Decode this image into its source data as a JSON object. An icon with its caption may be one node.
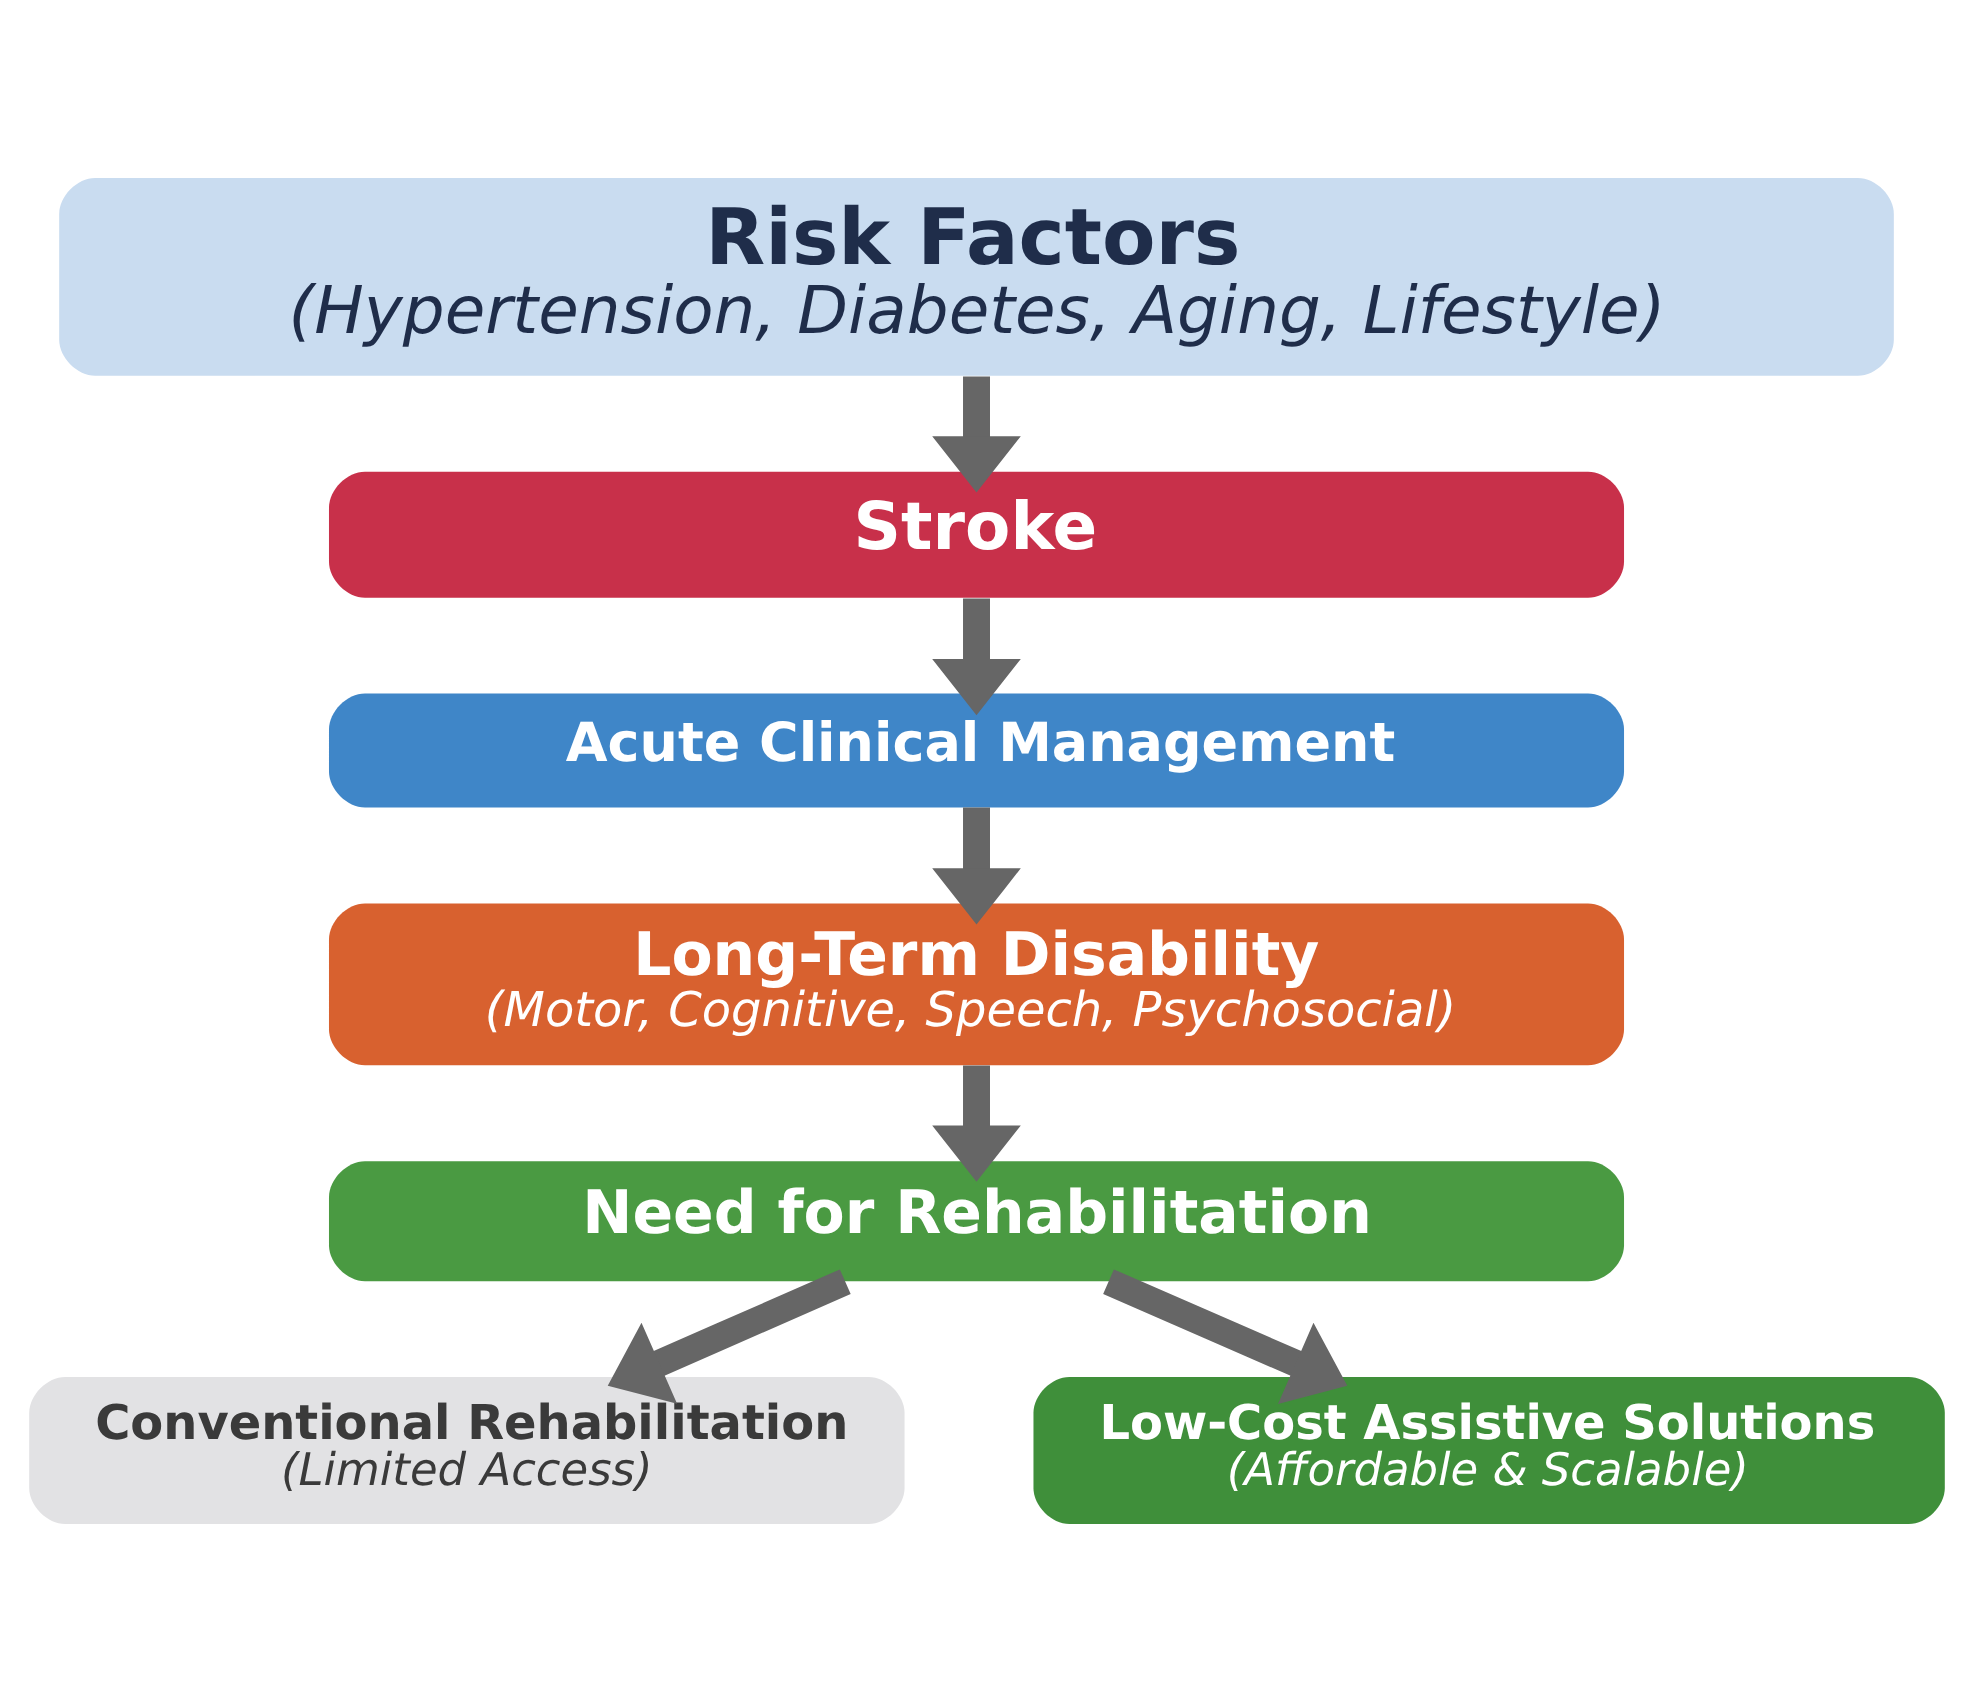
{
  "diagram": {
    "nodes": [
      {
        "text": [
          "Risk Factors",
          "(Hypertension, Diabetes, Aging, Lifestyle)"
        ]
      },
      {
        "text": [
          "Stroke"
        ]
      },
      {
        "text": [
          "Acute Clinical Management"
        ]
      },
      {
        "text": [
          "Long-Term Disability",
          "(Motor, Cognitive, Speech, Psychosocial)"
        ]
      },
      {
        "text": [
          "Need for Rehabilitation"
        ]
      },
      {
        "text": [
          "Conventional Rehabilitation",
          "(Limited Access)"
        ]
      },
      {
        "text": [
          "Low-Cost Assistive Solutions",
          "(Affordable & Scalable)"
        ]
      }
    ],
    "edges": [
      {
        "from": 0,
        "to": 1,
        "arrow": "to"
      },
      {
        "from": 1,
        "to": 2,
        "arrow": "to"
      },
      {
        "from": 2,
        "to": 3,
        "arrow": "to"
      },
      {
        "from": 3,
        "to": 4,
        "arrow": "to"
      },
      {
        "from": 4,
        "to": 5,
        "arrow": "to"
      },
      {
        "from": 4,
        "to": 6,
        "arrow": "to"
      }
    ]
  }
}
